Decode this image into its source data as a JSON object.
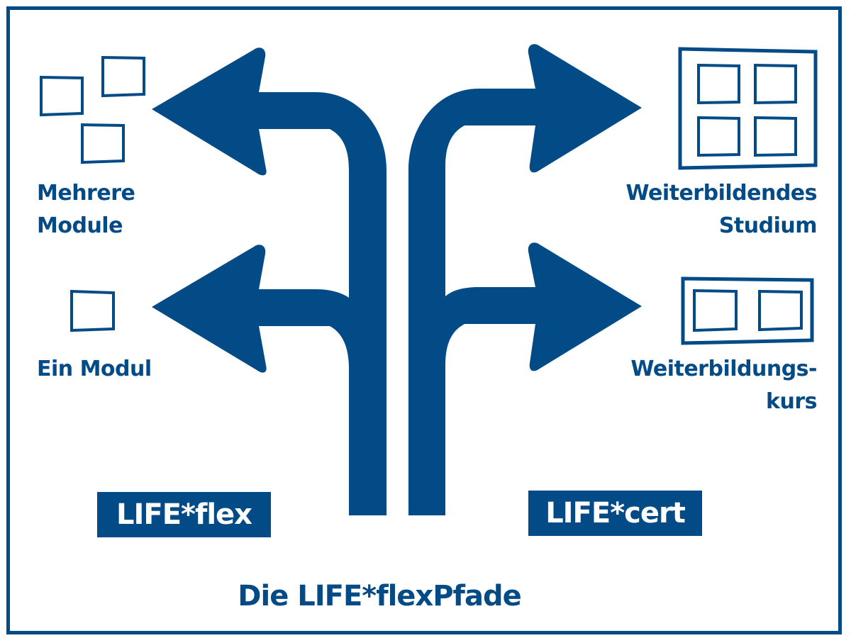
{
  "colors": {
    "primary": "#034b87",
    "background": "#ffffff",
    "tag_text": "#ffffff"
  },
  "left": {
    "top_option": {
      "label_line1": "Mehrere",
      "label_line2": "Module",
      "icon": "multiple-modules-icon"
    },
    "bottom_option": {
      "label": "Ein Modul",
      "icon": "single-module-icon"
    },
    "tag": "LIFE*flex"
  },
  "right": {
    "top_option": {
      "label_line1": "Weiterbildendes",
      "label_line2": "Studium",
      "icon": "four-pane-window-icon"
    },
    "bottom_option": {
      "label_line1": "Weiterbildungs-",
      "label_line2": "kurs",
      "icon": "two-pane-window-icon"
    },
    "tag": "LIFE*cert"
  },
  "title": "Die LIFE*flexPfade"
}
